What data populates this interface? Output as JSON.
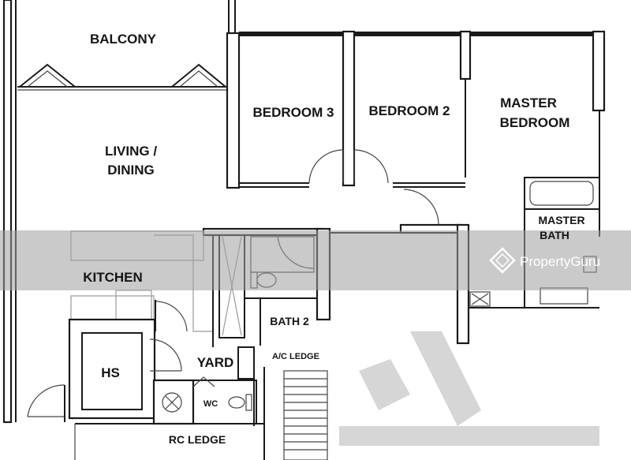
{
  "rooms": {
    "balcony": "BALCONY",
    "living_line1": "LIVING /",
    "living_line2": "DINING",
    "bedroom3": "BEDROOM 3",
    "bedroom2": "BEDROOM 2",
    "master_line1": "MASTER",
    "master_line2": "BEDROOM",
    "master_bath_line1": "MASTER",
    "master_bath_line2": "BATH",
    "kitchen": "KITCHEN",
    "bath2": "BATH 2",
    "yard": "YARD",
    "ac_ledge": "A/C LEDGE",
    "hs": "HS",
    "wc": "WC",
    "rc_ledge": "RC LEDGE"
  },
  "watermark": {
    "brand": "PropertyGuru",
    "band_color": "#9e9e9e"
  },
  "colors": {
    "wall": "#1a1a1a",
    "watermark_band": "#a8a8a8",
    "big_watermark_glyph": "#d4d4d4"
  }
}
